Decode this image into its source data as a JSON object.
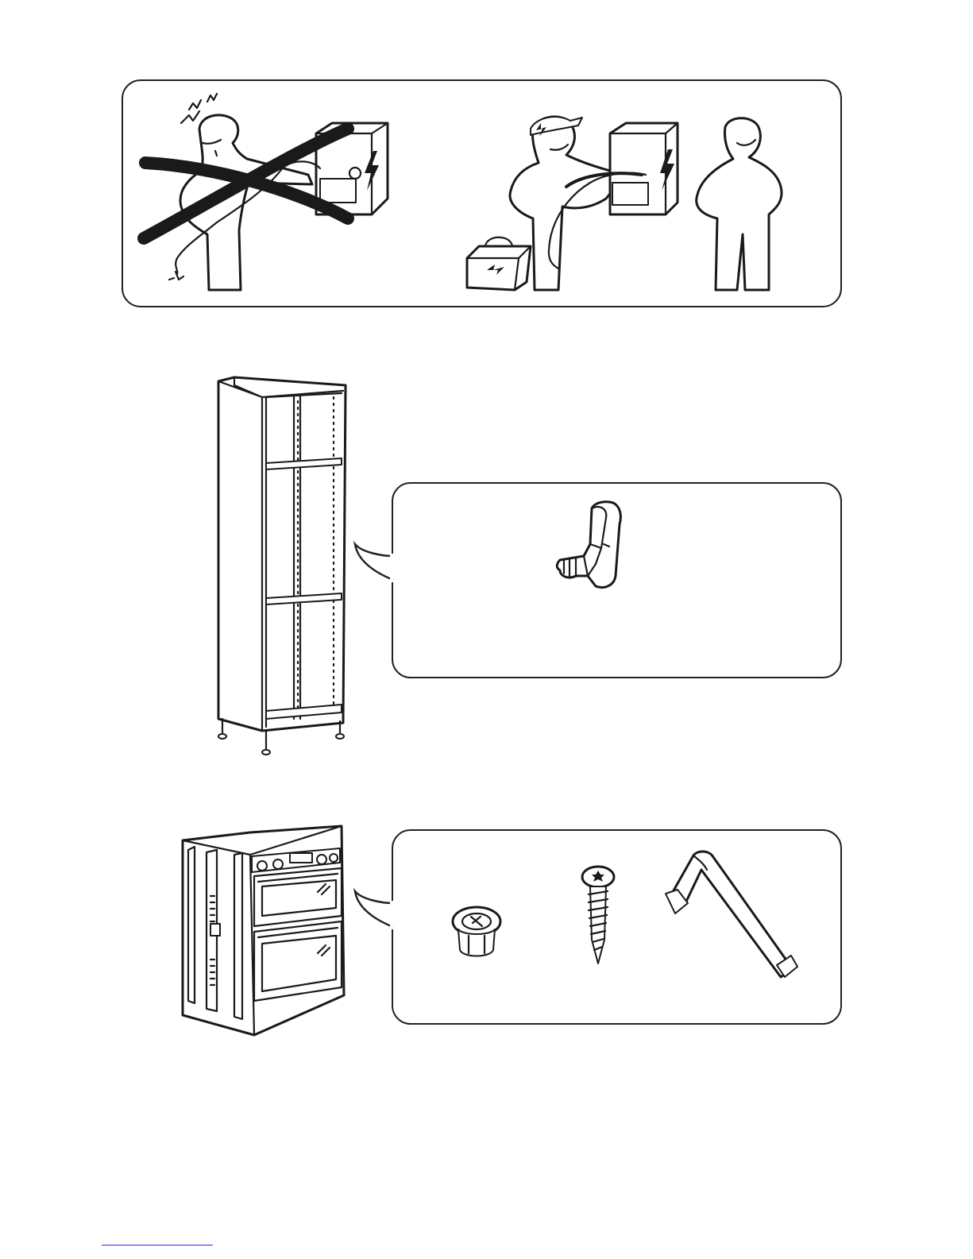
{
  "page": {
    "panels": [
      {
        "id": "electrical-warning",
        "scenes": [
          "do-not-wire-yourself",
          "hire-electrician"
        ]
      },
      {
        "id": "cabinet-parts",
        "parts": [
          "cabinet-bracket"
        ]
      },
      {
        "id": "oven-parts",
        "parts": [
          "plastic-sleeve",
          "torx-screw",
          "torx-key"
        ]
      }
    ]
  }
}
